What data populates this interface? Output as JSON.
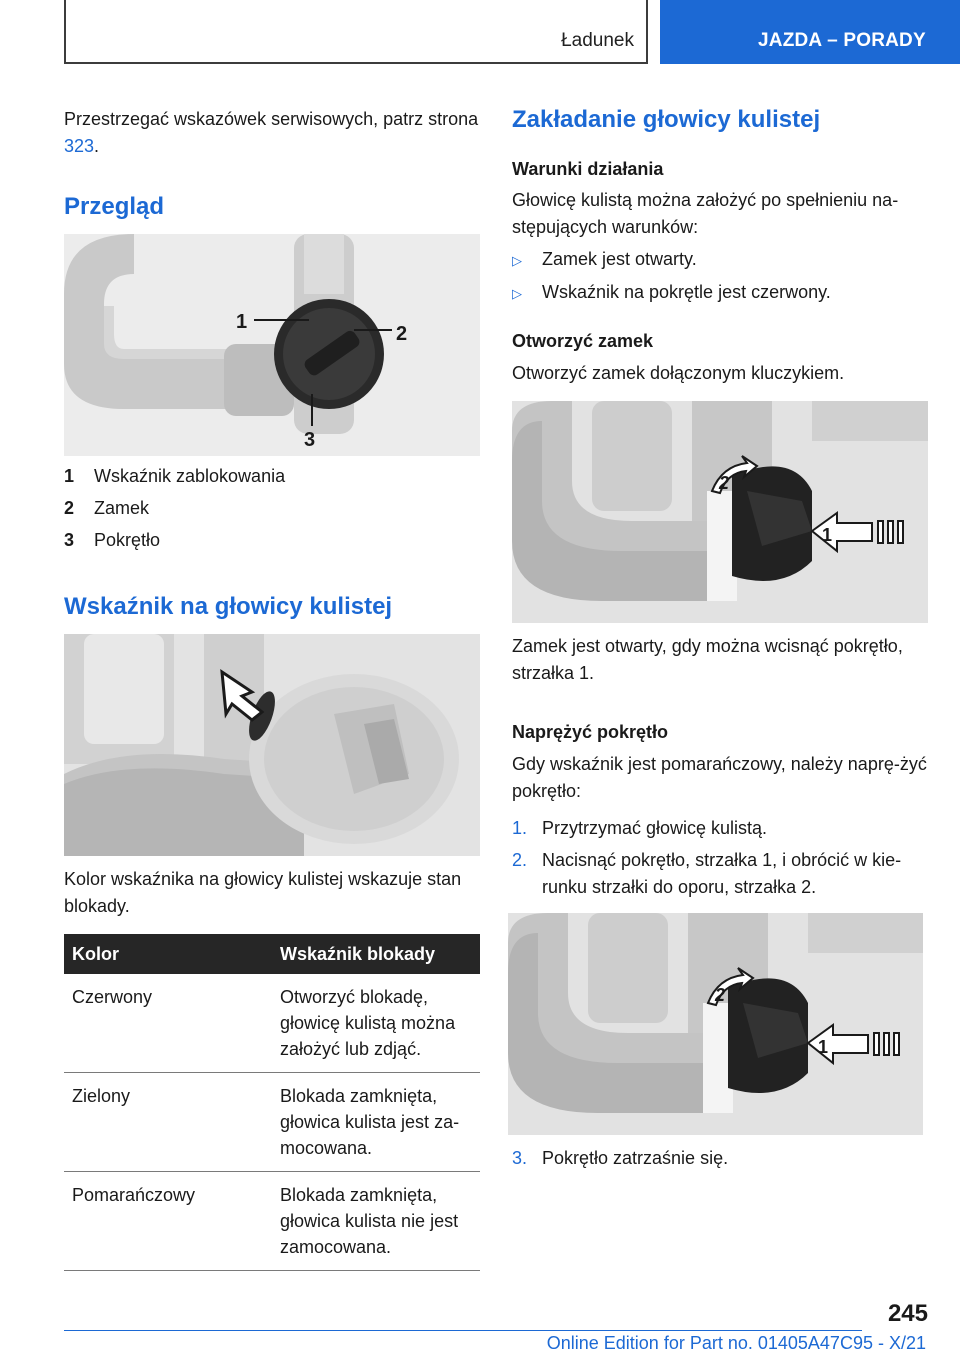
{
  "header": {
    "section_label": "Ładunek",
    "chapter_label": "JAZDA – PORADY"
  },
  "left": {
    "intro_text": "Przestrzegać wskazówek serwisowych, patrz strona",
    "intro_link": "323",
    "intro_end": ".",
    "overview_title": "Przegląd",
    "legend": [
      {
        "num": "1",
        "label": "Wskaźnik zablokowania"
      },
      {
        "num": "2",
        "label": "Zamek"
      },
      {
        "num": "3",
        "label": "Pokrętło"
      }
    ],
    "indicator_title": "Wskaźnik na głowicy kulistej",
    "indicator_text": "Kolor wskaźnika na głowicy kulistej wskazuje stan blokady.",
    "table": {
      "headers": [
        "Kolor",
        "Wskaźnik blokady"
      ],
      "rows": [
        {
          "color": "Czerwony",
          "status": "Otworzyć blokadę, głowicę kulistą można założyć lub zdjąć."
        },
        {
          "color": "Zielony",
          "status": "Blokada zamknięta, głowica kulista jest za-mocowana."
        },
        {
          "color": "Pomarańczowy",
          "status": "Blokada zamknięta, głowica kulista nie jest zamocowana."
        }
      ]
    }
  },
  "right": {
    "mount_title": "Zakładanie głowicy kulistej",
    "conditions_title": "Warunki działania",
    "conditions_text": "Głowicę kulistą można założyć po spełnieniu na-stępujących warunków:",
    "conditions": [
      "Zamek jest otwarty.",
      "Wskaźnik na pokrętle jest czerwony."
    ],
    "open_title": "Otworzyć zamek",
    "open_text": "Otworzyć zamek dołączonym kluczykiem.",
    "open_caption": "Zamek jest otwarty, gdy można wcisnąć pokrętło, strzałka 1.",
    "tension_title": "Naprężyć pokrętło",
    "tension_text": "Gdy wskaźnik jest pomarańczowy, należy naprę-żyć pokrętło:",
    "steps": [
      {
        "num": "1.",
        "text": "Przytrzymać głowicę kulistą."
      },
      {
        "num": "2.",
        "text": "Nacisnąć pokrętło, strzałka 1, i obrócić w kie-runku strzałki do oporu, strzałka 2."
      }
    ],
    "final_step": {
      "num": "3.",
      "text": "Pokrętło zatrzaśnie się."
    }
  },
  "figure_labels": {
    "overview": [
      "1",
      "2",
      "3"
    ],
    "open": [
      "2",
      "1"
    ],
    "tension": [
      "2",
      "1"
    ]
  },
  "footer": {
    "page_number": "245",
    "edition": "Online Edition for Part no. 01405A47C95 - X/21"
  },
  "colors": {
    "accent": "#1c69d4",
    "table_header": "#262626"
  }
}
